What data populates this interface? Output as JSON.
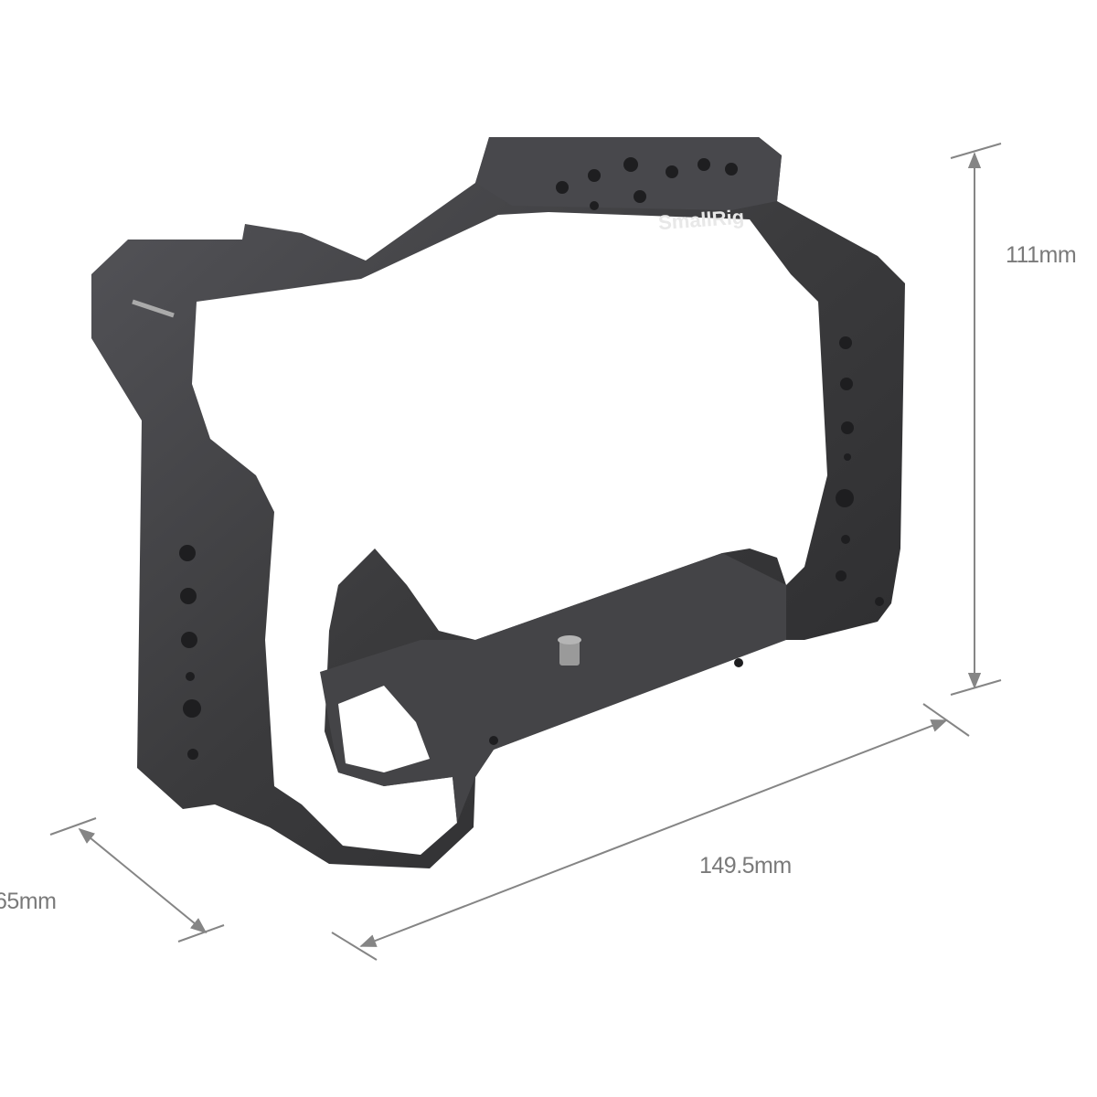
{
  "product": {
    "brand_logo": "SmallRig",
    "colors": {
      "body": "#3b3b3d",
      "body_highlight": "#5a5a5d",
      "body_shadow": "#262628",
      "dimension_lines": "#858585",
      "background": "#ffffff"
    }
  },
  "dimensions": {
    "height": "111mm",
    "width": "149.5mm",
    "depth": "65mm"
  }
}
